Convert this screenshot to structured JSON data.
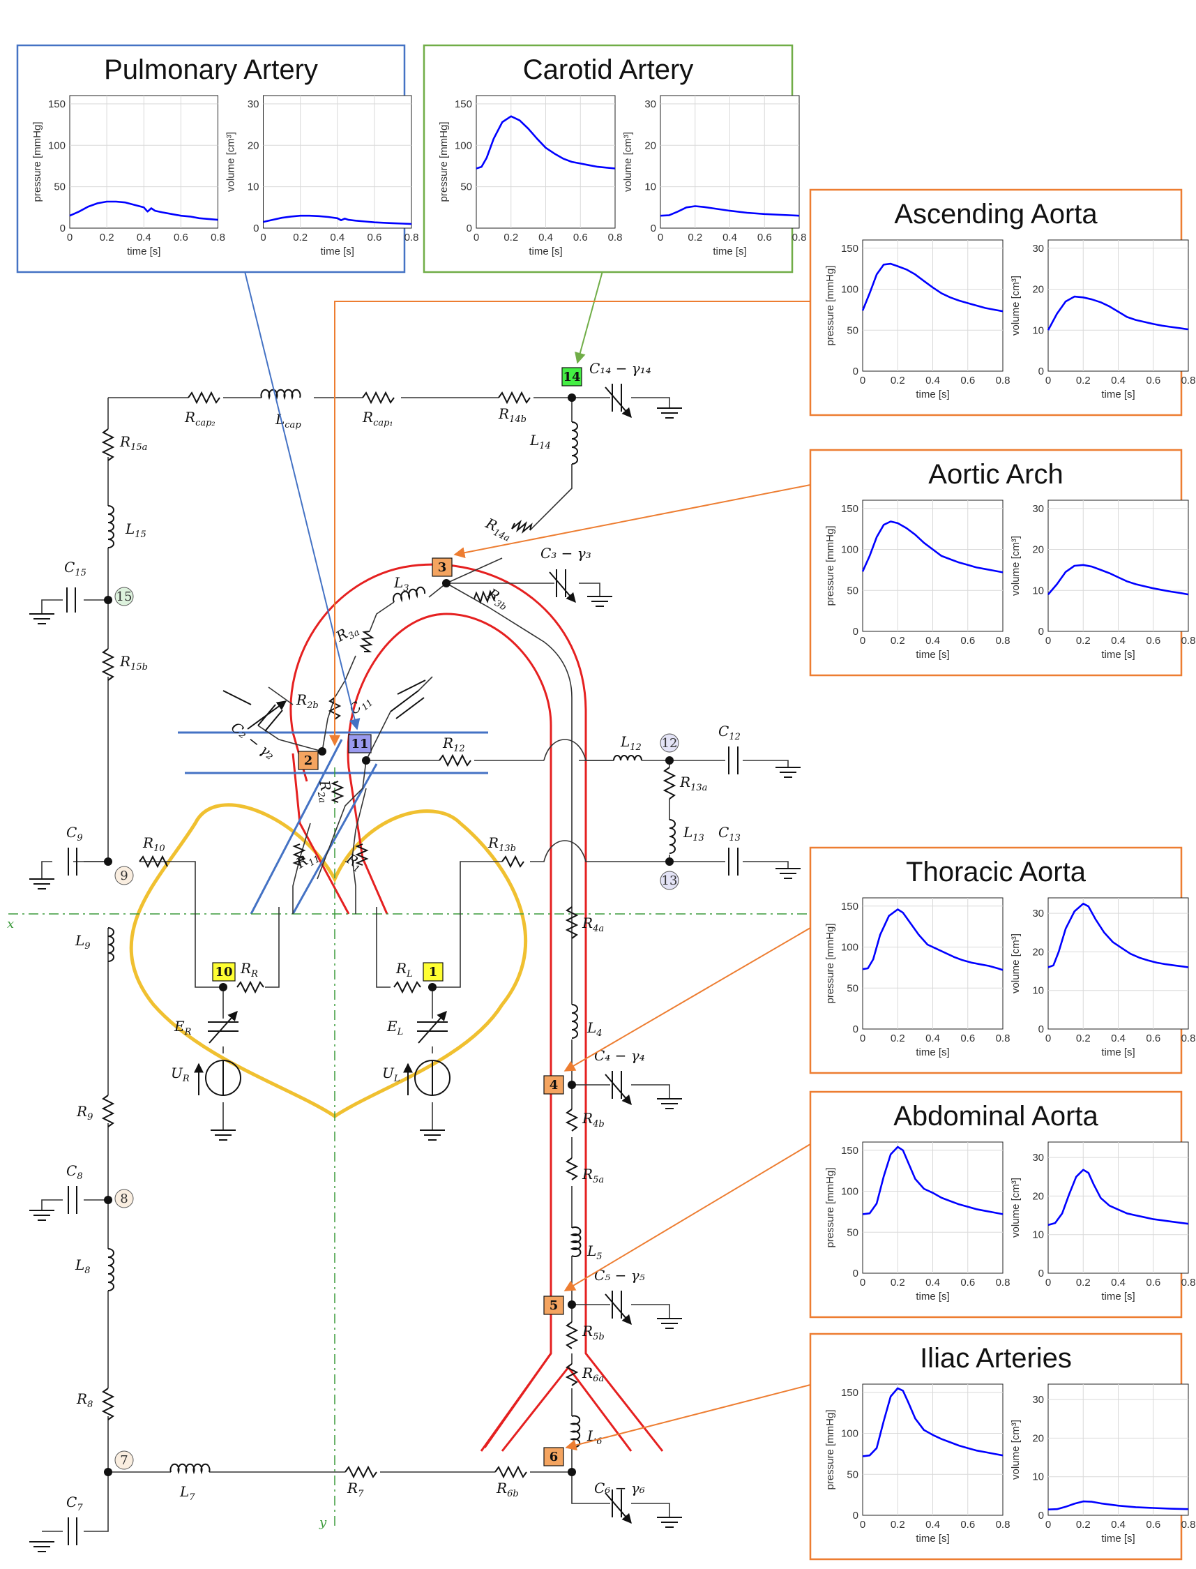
{
  "colors": {
    "curve": "#0000ff",
    "pulmonary_frame": "#4472c4",
    "carotid_frame": "#70ad47",
    "aorta_frame": "#ed7d31",
    "heart_outline": "#f0c030",
    "vessel": "#e52020",
    "node_orange": "#f4a460",
    "node_yellow": "#ffff33",
    "node_green": "#44ee44",
    "node_blue": "#9a9aee",
    "axis_green": "#3a9a3a"
  },
  "plot_axes": {
    "x_label": "time [s]",
    "x_ticks": [
      "0",
      "0.2",
      "0.4",
      "0.6",
      "0.8"
    ],
    "pressure_label": "pressure [mmHg]",
    "pressure_ticks": [
      "0",
      "50",
      "100",
      "150"
    ],
    "volume_label": "volume [cm³]",
    "volume_ticks": [
      "0",
      "10",
      "20",
      "30"
    ]
  },
  "chart_data": [
    {
      "type": "line",
      "panel": "Pulmonary Artery",
      "frame": "pulmonary",
      "xlim": [
        0,
        0.8
      ],
      "pressure": {
        "ylim": [
          0,
          160
        ],
        "x": [
          0,
          0.05,
          0.1,
          0.15,
          0.2,
          0.25,
          0.3,
          0.35,
          0.4,
          0.42,
          0.44,
          0.46,
          0.5,
          0.55,
          0.6,
          0.65,
          0.7,
          0.75,
          0.8
        ],
        "y": [
          15,
          20,
          26,
          30,
          32,
          32,
          31,
          28,
          25,
          20,
          24,
          21,
          19,
          17,
          15,
          14,
          12,
          11,
          10
        ]
      },
      "volume": {
        "ylim": [
          0,
          32
        ],
        "x": [
          0,
          0.05,
          0.1,
          0.15,
          0.2,
          0.25,
          0.3,
          0.35,
          0.4,
          0.42,
          0.44,
          0.46,
          0.5,
          0.55,
          0.6,
          0.65,
          0.7,
          0.75,
          0.8
        ],
        "y": [
          1.5,
          2,
          2.5,
          2.8,
          3,
          3,
          2.9,
          2.7,
          2.4,
          1.9,
          2.3,
          2,
          1.8,
          1.6,
          1.4,
          1.3,
          1.2,
          1.1,
          1
        ]
      }
    },
    {
      "type": "line",
      "panel": "Carotid Artery",
      "frame": "carotid",
      "xlim": [
        0,
        0.8
      ],
      "pressure": {
        "ylim": [
          0,
          160
        ],
        "x": [
          0,
          0.03,
          0.06,
          0.1,
          0.15,
          0.2,
          0.25,
          0.3,
          0.35,
          0.4,
          0.45,
          0.5,
          0.55,
          0.6,
          0.65,
          0.7,
          0.75,
          0.8
        ],
        "y": [
          72,
          74,
          85,
          108,
          128,
          135,
          130,
          120,
          108,
          97,
          90,
          84,
          80,
          78,
          76,
          74,
          73,
          72
        ]
      },
      "volume": {
        "ylim": [
          0,
          32
        ],
        "x": [
          0,
          0.05,
          0.1,
          0.15,
          0.2,
          0.25,
          0.3,
          0.4,
          0.5,
          0.6,
          0.7,
          0.8
        ],
        "y": [
          3,
          3.1,
          4,
          5,
          5.3,
          5.1,
          4.8,
          4.2,
          3.7,
          3.4,
          3.2,
          3
        ]
      }
    },
    {
      "type": "line",
      "panel": "Ascending Aorta",
      "frame": "aorta",
      "xlim": [
        0,
        0.8
      ],
      "pressure": {
        "ylim": [
          0,
          160
        ],
        "x": [
          0,
          0.04,
          0.08,
          0.12,
          0.16,
          0.2,
          0.25,
          0.3,
          0.35,
          0.4,
          0.45,
          0.5,
          0.55,
          0.6,
          0.65,
          0.7,
          0.75,
          0.8
        ],
        "y": [
          74,
          95,
          118,
          130,
          131,
          128,
          124,
          118,
          110,
          102,
          95,
          90,
          86,
          83,
          80,
          77,
          75,
          73
        ]
      },
      "volume": {
        "ylim": [
          0,
          32
        ],
        "x": [
          0,
          0.05,
          0.1,
          0.15,
          0.2,
          0.25,
          0.3,
          0.35,
          0.4,
          0.45,
          0.5,
          0.55,
          0.6,
          0.65,
          0.7,
          0.75,
          0.8
        ],
        "y": [
          10,
          14,
          17,
          18.2,
          18,
          17.5,
          16.8,
          15.8,
          14.5,
          13.2,
          12.5,
          12,
          11.5,
          11.1,
          10.8,
          10.5,
          10.2
        ]
      }
    },
    {
      "type": "line",
      "panel": "Aortic Arch",
      "frame": "aorta",
      "xlim": [
        0,
        0.8
      ],
      "pressure": {
        "ylim": [
          0,
          160
        ],
        "x": [
          0,
          0.04,
          0.08,
          0.12,
          0.16,
          0.2,
          0.25,
          0.3,
          0.35,
          0.4,
          0.45,
          0.5,
          0.55,
          0.6,
          0.65,
          0.7,
          0.75,
          0.8
        ],
        "y": [
          73,
          92,
          115,
          130,
          134,
          132,
          126,
          118,
          108,
          100,
          92,
          88,
          84,
          81,
          78,
          76,
          74,
          72
        ]
      },
      "volume": {
        "ylim": [
          0,
          32
        ],
        "x": [
          0,
          0.05,
          0.1,
          0.15,
          0.2,
          0.25,
          0.3,
          0.35,
          0.4,
          0.45,
          0.5,
          0.55,
          0.6,
          0.65,
          0.7,
          0.75,
          0.8
        ],
        "y": [
          9,
          11.5,
          14.5,
          16,
          16.2,
          15.8,
          15,
          14.2,
          13.2,
          12.2,
          11.5,
          11,
          10.5,
          10.1,
          9.7,
          9.4,
          9
        ]
      }
    },
    {
      "type": "line",
      "panel": "Thoracic Aorta",
      "frame": "aorta",
      "xlim": [
        0,
        0.8
      ],
      "pressure": {
        "ylim": [
          0,
          160
        ],
        "x": [
          0,
          0.03,
          0.06,
          0.1,
          0.15,
          0.2,
          0.23,
          0.27,
          0.32,
          0.37,
          0.42,
          0.47,
          0.52,
          0.57,
          0.62,
          0.67,
          0.72,
          0.77,
          0.8
        ],
        "y": [
          73,
          74,
          85,
          115,
          138,
          146,
          142,
          130,
          115,
          103,
          98,
          93,
          88,
          84,
          81,
          79,
          77,
          74,
          72
        ]
      },
      "volume": {
        "ylim": [
          0,
          34
        ],
        "x": [
          0,
          0.03,
          0.06,
          0.1,
          0.15,
          0.2,
          0.23,
          0.27,
          0.32,
          0.37,
          0.42,
          0.47,
          0.52,
          0.57,
          0.62,
          0.67,
          0.72,
          0.77,
          0.8
        ],
        "y": [
          16,
          16.5,
          20,
          26,
          30.5,
          32.5,
          31.8,
          28.5,
          25,
          22.5,
          21,
          19.5,
          18.5,
          17.8,
          17.2,
          16.8,
          16.5,
          16.2,
          16
        ]
      }
    },
    {
      "type": "line",
      "panel": "Abdominal Aorta",
      "frame": "aorta",
      "xlim": [
        0,
        0.8
      ],
      "pressure": {
        "ylim": [
          0,
          160
        ],
        "x": [
          0,
          0.04,
          0.08,
          0.12,
          0.16,
          0.2,
          0.23,
          0.26,
          0.3,
          0.35,
          0.4,
          0.45,
          0.5,
          0.55,
          0.6,
          0.65,
          0.7,
          0.75,
          0.8
        ],
        "y": [
          72,
          73,
          85,
          118,
          145,
          154,
          150,
          135,
          115,
          103,
          98,
          92,
          88,
          84,
          81,
          78,
          76,
          74,
          72
        ]
      },
      "volume": {
        "ylim": [
          0,
          34
        ],
        "x": [
          0,
          0.04,
          0.08,
          0.12,
          0.16,
          0.2,
          0.23,
          0.26,
          0.3,
          0.35,
          0.4,
          0.45,
          0.5,
          0.55,
          0.6,
          0.65,
          0.7,
          0.75,
          0.8
        ],
        "y": [
          12.5,
          13,
          15.5,
          20.5,
          25,
          26.8,
          26,
          23,
          19.5,
          17.5,
          16.5,
          15.5,
          15,
          14.5,
          14,
          13.7,
          13.4,
          13.1,
          12.8
        ]
      }
    },
    {
      "type": "line",
      "panel": "Iliac Arteries",
      "frame": "aorta",
      "xlim": [
        0,
        0.8
      ],
      "pressure": {
        "ylim": [
          0,
          160
        ],
        "x": [
          0,
          0.04,
          0.08,
          0.12,
          0.16,
          0.2,
          0.23,
          0.26,
          0.3,
          0.35,
          0.4,
          0.45,
          0.5,
          0.55,
          0.6,
          0.65,
          0.7,
          0.75,
          0.8
        ],
        "y": [
          72,
          73,
          82,
          115,
          145,
          155,
          152,
          138,
          118,
          104,
          98,
          93,
          89,
          85,
          82,
          79,
          77,
          75,
          73
        ]
      },
      "volume": {
        "ylim": [
          0,
          34
        ],
        "x": [
          0,
          0.05,
          0.1,
          0.15,
          0.2,
          0.25,
          0.3,
          0.4,
          0.5,
          0.6,
          0.7,
          0.8
        ],
        "y": [
          1.5,
          1.6,
          2.2,
          3,
          3.6,
          3.5,
          3.1,
          2.5,
          2.1,
          1.9,
          1.7,
          1.6
        ]
      }
    }
  ],
  "circuit": {
    "components": {
      "Rcap2": "R",
      "Rcap2_sub": "cap₂",
      "Lcap": "L",
      "Lcap_sub": "cap",
      "Rcap1": "R",
      "Rcap1_sub": "cap₁",
      "R14b": "R",
      "R14b_sub": "14b",
      "C14": "C₁₄ − γ₁₄",
      "L14": "L",
      "L14_sub": "14",
      "R15a": "R",
      "R15a_sub": "15a",
      "L15": "L",
      "L15_sub": "15",
      "C15": "C",
      "C15_sub": "15",
      "R15b": "R",
      "R15b_sub": "15b",
      "R14a": "R",
      "R14a_sub": "14a",
      "C3": "C₃ − γ₃",
      "L3": "L",
      "L3_sub": "3",
      "R3a": "R",
      "R3a_sub": "3a",
      "R3b": "R",
      "R3b_sub": "3b",
      "R2b": "R",
      "R2b_sub": "2b",
      "C11": "C",
      "C11_sub": "11",
      "C2": "C₂ − γ₂",
      "R12": "R",
      "R12_sub": "12",
      "L12": "L",
      "L12_sub": "12",
      "C12": "C",
      "C12_sub": "12",
      "R13a": "R",
      "R13a_sub": "13a",
      "L13": "L",
      "L13_sub": "13",
      "C13": "C",
      "C13_sub": "13",
      "R13b": "R",
      "R13b_sub": "13b",
      "R2a": "R",
      "R2a_sub": "2a",
      "C9": "C",
      "C9_sub": "9",
      "R10": "R",
      "R10_sub": "10",
      "R11": "R",
      "R11_sub": "11",
      "R1": "R",
      "R1_sub": "1",
      "L9": "L",
      "L9_sub": "9",
      "R4a": "R",
      "R4a_sub": "4a",
      "RR": "R",
      "RR_sub": "R",
      "RL": "R",
      "RL_sub": "L",
      "ER": "E",
      "ER_sub": "R",
      "EL": "E",
      "EL_sub": "L",
      "UR": "U",
      "UR_sub": "R",
      "UL": "U",
      "UL_sub": "L",
      "L4": "L",
      "L4_sub": "4",
      "C4": "C₄ − γ₄",
      "R4b": "R",
      "R4b_sub": "4b",
      "R9": "R",
      "R9_sub": "9",
      "C8": "C",
      "C8_sub": "8",
      "R5a": "R",
      "R5a_sub": "5a",
      "L8": "L",
      "L8_sub": "8",
      "L5": "L",
      "L5_sub": "5",
      "C5": "C₅ − γ₅",
      "R5b": "R",
      "R5b_sub": "5b",
      "R6a": "R",
      "R6a_sub": "6a",
      "R8": "R",
      "R8_sub": "8",
      "L6": "L",
      "L6_sub": "6",
      "L7": "L",
      "L7_sub": "7",
      "R7": "R",
      "R7_sub": "7",
      "R6b": "R",
      "R6b_sub": "6b",
      "C7": "C",
      "C7_sub": "7",
      "C6": "C₆ − γ₆"
    },
    "nodes": [
      "1",
      "2",
      "3",
      "4",
      "5",
      "6",
      "7",
      "8",
      "9",
      "10",
      "11",
      "12",
      "13",
      "14",
      "15"
    ],
    "axis_x": "x",
    "axis_y": "y"
  }
}
